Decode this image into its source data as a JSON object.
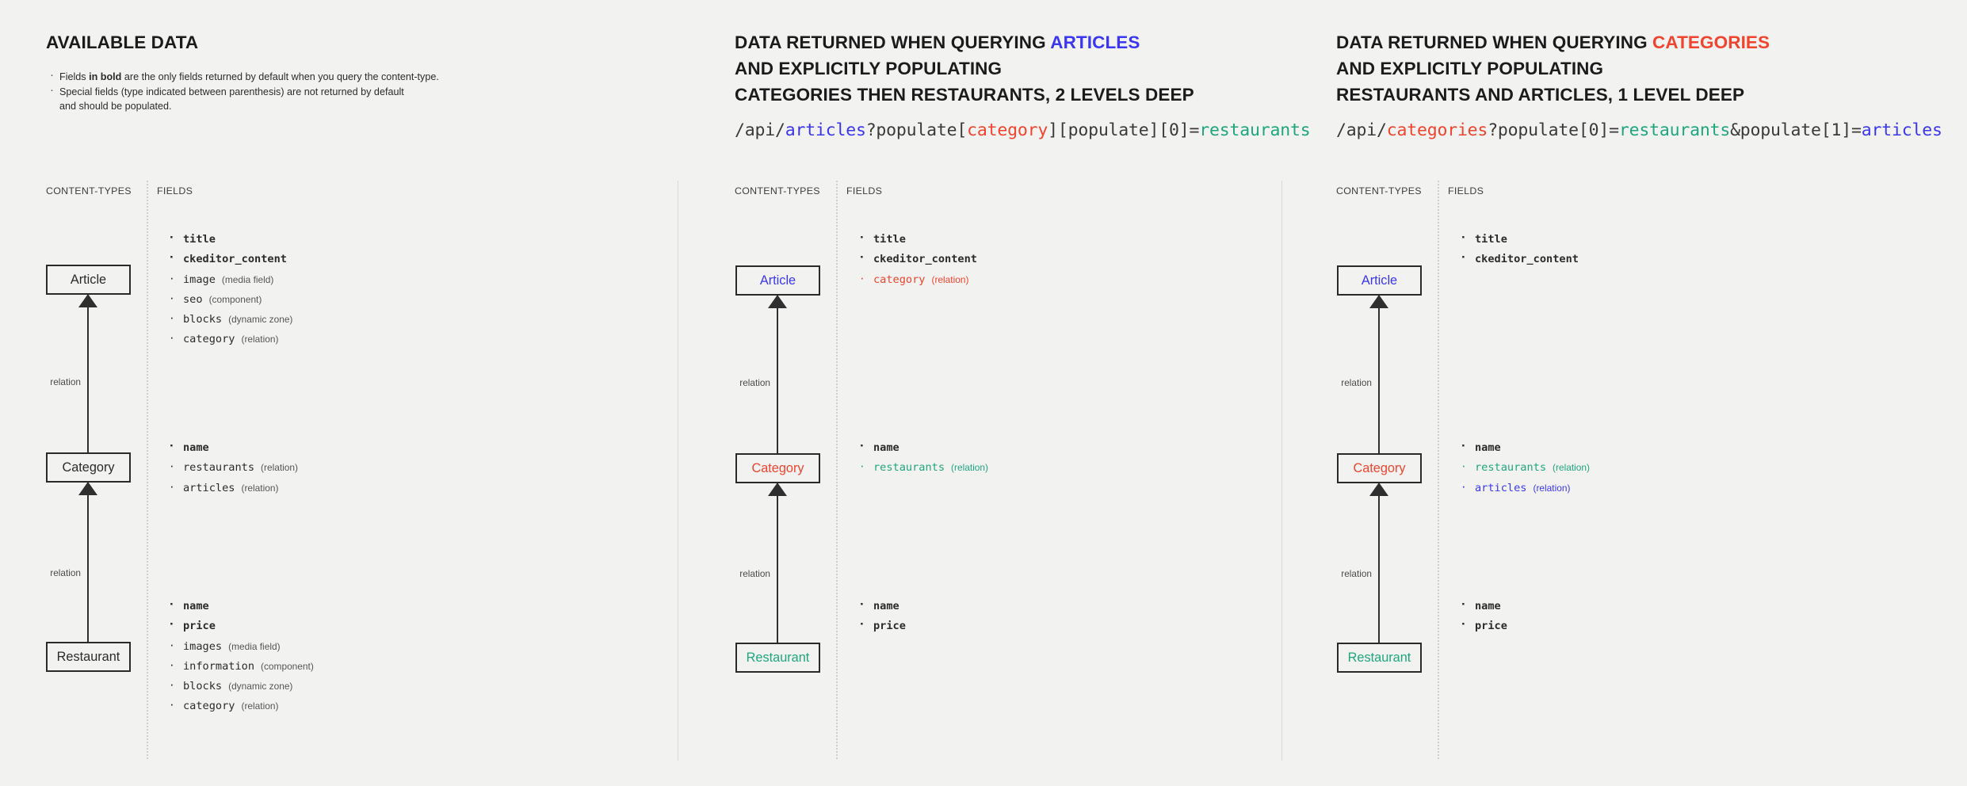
{
  "colors": {
    "background": "#f2f2f1",
    "ink": "#1f1f1f",
    "article_blue": "#3b37f0",
    "category_red": "#f0442e",
    "restaurant_green": "#1fa67f",
    "box_border": "#2a2a2a",
    "muted": "#555555"
  },
  "panel1": {
    "heading": "AVAILABLE DATA",
    "notes": [
      {
        "pre": "Fields ",
        "bold": "in bold",
        "post": " are the only fields returned by default when you query the content-type."
      },
      {
        "pre": "Special fields (type indicated between parenthesis) are not returned by default",
        "bold": "",
        "post": ""
      }
    ],
    "notes_continuation": "and should be populated.",
    "col_content_types": "CONTENT-TYPES",
    "col_fields": "FIELDS",
    "relation_label": "relation",
    "boxes": [
      {
        "label": "Article",
        "color": "default"
      },
      {
        "label": "Category",
        "color": "default"
      },
      {
        "label": "Restaurant",
        "color": "default"
      }
    ],
    "article_fields": [
      {
        "name": "title",
        "type": "",
        "bold": true,
        "color": ""
      },
      {
        "name": "ckeditor_content",
        "type": "",
        "bold": true,
        "color": ""
      },
      {
        "name": "image",
        "type": "(media field)",
        "bold": false,
        "color": ""
      },
      {
        "name": "seo",
        "type": "(component)",
        "bold": false,
        "color": ""
      },
      {
        "name": "blocks",
        "type": "(dynamic zone)",
        "bold": false,
        "color": ""
      },
      {
        "name": "category",
        "type": "(relation)",
        "bold": false,
        "color": ""
      }
    ],
    "category_fields": [
      {
        "name": "name",
        "type": "",
        "bold": true,
        "color": ""
      },
      {
        "name": "restaurants",
        "type": "(relation)",
        "bold": false,
        "color": ""
      },
      {
        "name": "articles",
        "type": "(relation)",
        "bold": false,
        "color": ""
      }
    ],
    "restaurant_fields": [
      {
        "name": "name",
        "type": "",
        "bold": true,
        "color": ""
      },
      {
        "name": "price",
        "type": "",
        "bold": true,
        "color": ""
      },
      {
        "name": "images",
        "type": "(media field)",
        "bold": false,
        "color": ""
      },
      {
        "name": "information",
        "type": "(component)",
        "bold": false,
        "color": ""
      },
      {
        "name": "blocks",
        "type": "(dynamic zone)",
        "bold": false,
        "color": ""
      },
      {
        "name": "category",
        "type": "(relation)",
        "bold": false,
        "color": ""
      }
    ]
  },
  "panel2": {
    "heading_line1_a": "DATA RETURNED WHEN QUERYING ",
    "heading_line1_b": "ARTICLES",
    "heading_line2": "AND EXPLICITLY POPULATING",
    "heading_line3": "CATEGORIES THEN RESTAURANTS, 2 LEVELS DEEP",
    "url_parts": [
      {
        "t": "/api/",
        "c": "plain"
      },
      {
        "t": "articles",
        "c": "blue"
      },
      {
        "t": "?populate[",
        "c": "plain"
      },
      {
        "t": "category",
        "c": "red"
      },
      {
        "t": "][populate][0]=",
        "c": "plain"
      },
      {
        "t": "restaurants",
        "c": "green"
      }
    ],
    "col_content_types": "CONTENT-TYPES",
    "col_fields": "FIELDS",
    "relation_label": "relation",
    "boxes": [
      {
        "label": "Article",
        "color": "blue"
      },
      {
        "label": "Category",
        "color": "red"
      },
      {
        "label": "Restaurant",
        "color": "green"
      }
    ],
    "article_fields": [
      {
        "name": "title",
        "type": "",
        "bold": true,
        "color": ""
      },
      {
        "name": "ckeditor_content",
        "type": "",
        "bold": true,
        "color": ""
      },
      {
        "name": "category",
        "type": "(relation)",
        "bold": false,
        "color": "c-red"
      }
    ],
    "category_fields": [
      {
        "name": "name",
        "type": "",
        "bold": true,
        "color": ""
      },
      {
        "name": "restaurants",
        "type": "(relation)",
        "bold": false,
        "color": "c-green"
      }
    ],
    "restaurant_fields": [
      {
        "name": "name",
        "type": "",
        "bold": true,
        "color": ""
      },
      {
        "name": "price",
        "type": "",
        "bold": true,
        "color": ""
      }
    ]
  },
  "panel3": {
    "heading_line1_a": "DATA RETURNED WHEN QUERYING ",
    "heading_line1_b": "CATEGORIES",
    "heading_line2": "AND EXPLICITLY POPULATING",
    "heading_line3": "RESTAURANTS AND ARTICLES, 1 LEVEL DEEP",
    "url_parts": [
      {
        "t": "/api/",
        "c": "plain"
      },
      {
        "t": "categories",
        "c": "red"
      },
      {
        "t": "?populate[0]=",
        "c": "plain"
      },
      {
        "t": "restaurants",
        "c": "green"
      },
      {
        "t": "&populate[1]=",
        "c": "plain"
      },
      {
        "t": "articles",
        "c": "blue"
      }
    ],
    "col_content_types": "CONTENT-TYPES",
    "col_fields": "FIELDS",
    "relation_label": "relation",
    "boxes": [
      {
        "label": "Article",
        "color": "blue"
      },
      {
        "label": "Category",
        "color": "red"
      },
      {
        "label": "Restaurant",
        "color": "green"
      }
    ],
    "article_fields": [
      {
        "name": "title",
        "type": "",
        "bold": true,
        "color": ""
      },
      {
        "name": "ckeditor_content",
        "type": "",
        "bold": true,
        "color": ""
      }
    ],
    "category_fields": [
      {
        "name": "name",
        "type": "",
        "bold": true,
        "color": ""
      },
      {
        "name": "restaurants",
        "type": "(relation)",
        "bold": false,
        "color": "c-green"
      },
      {
        "name": "articles",
        "type": "(relation)",
        "bold": false,
        "color": "c-blue"
      }
    ],
    "restaurant_fields": [
      {
        "name": "name",
        "type": "",
        "bold": true,
        "color": ""
      },
      {
        "name": "price",
        "type": "",
        "bold": true,
        "color": ""
      }
    ]
  }
}
